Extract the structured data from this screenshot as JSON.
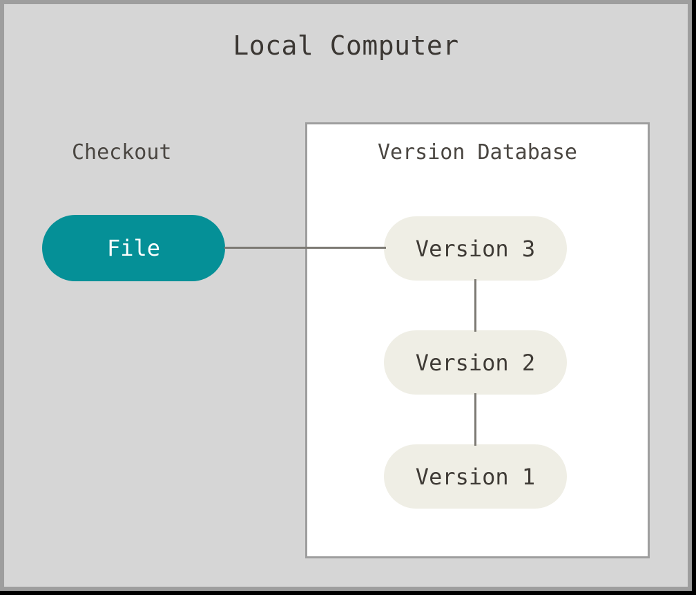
{
  "diagram": {
    "title": "Local Computer",
    "background_color": "#d6d6d6",
    "frame_color": "#9e9e9e",
    "edge_color": "#7c7973"
  },
  "checkout": {
    "label": "Checkout",
    "node": {
      "label": "File",
      "fill_color": "#059097",
      "text_color": "#ffffff"
    }
  },
  "version_database": {
    "title": "Version Database",
    "box_fill": "#ffffff",
    "box_border": "#9e9e9e",
    "node_fill": "#efeee5",
    "node_text_color": "#3f3b36",
    "nodes": [
      {
        "label": "Version 3"
      },
      {
        "label": "Version 2"
      },
      {
        "label": "Version 1"
      }
    ]
  },
  "edges": [
    {
      "from": "File",
      "to": "Version 3",
      "orientation": "horizontal"
    },
    {
      "from": "Version 3",
      "to": "Version 2",
      "orientation": "vertical"
    },
    {
      "from": "Version 2",
      "to": "Version 1",
      "orientation": "vertical"
    }
  ]
}
